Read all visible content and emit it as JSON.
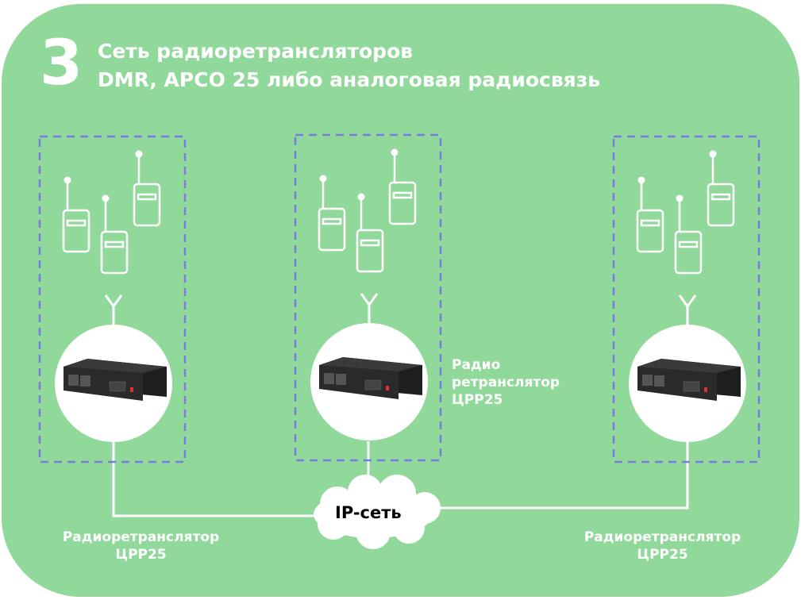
{
  "title": {
    "number": "3",
    "line1": "Сеть радиоретрансляторов",
    "line2": "DMR, APCO 25 либо аналоговая радиосвязь"
  },
  "labels": {
    "left": [
      "Радиоретранслятор",
      "ЦРР25"
    ],
    "middle": [
      "Радио",
      "ретранслятор",
      "ЦРР25"
    ],
    "right": [
      "Радиоретранслятор",
      "ЦРР25"
    ]
  },
  "network": {
    "label": "IP-сеть"
  },
  "colors": {
    "background": "#90d99b",
    "dash": "#7b7be0",
    "line": "#ffffff",
    "device": "#2a2a2a"
  },
  "icons": [
    "handheld-radio-icon",
    "antenna-icon",
    "repeater-device",
    "cloud-icon"
  ]
}
